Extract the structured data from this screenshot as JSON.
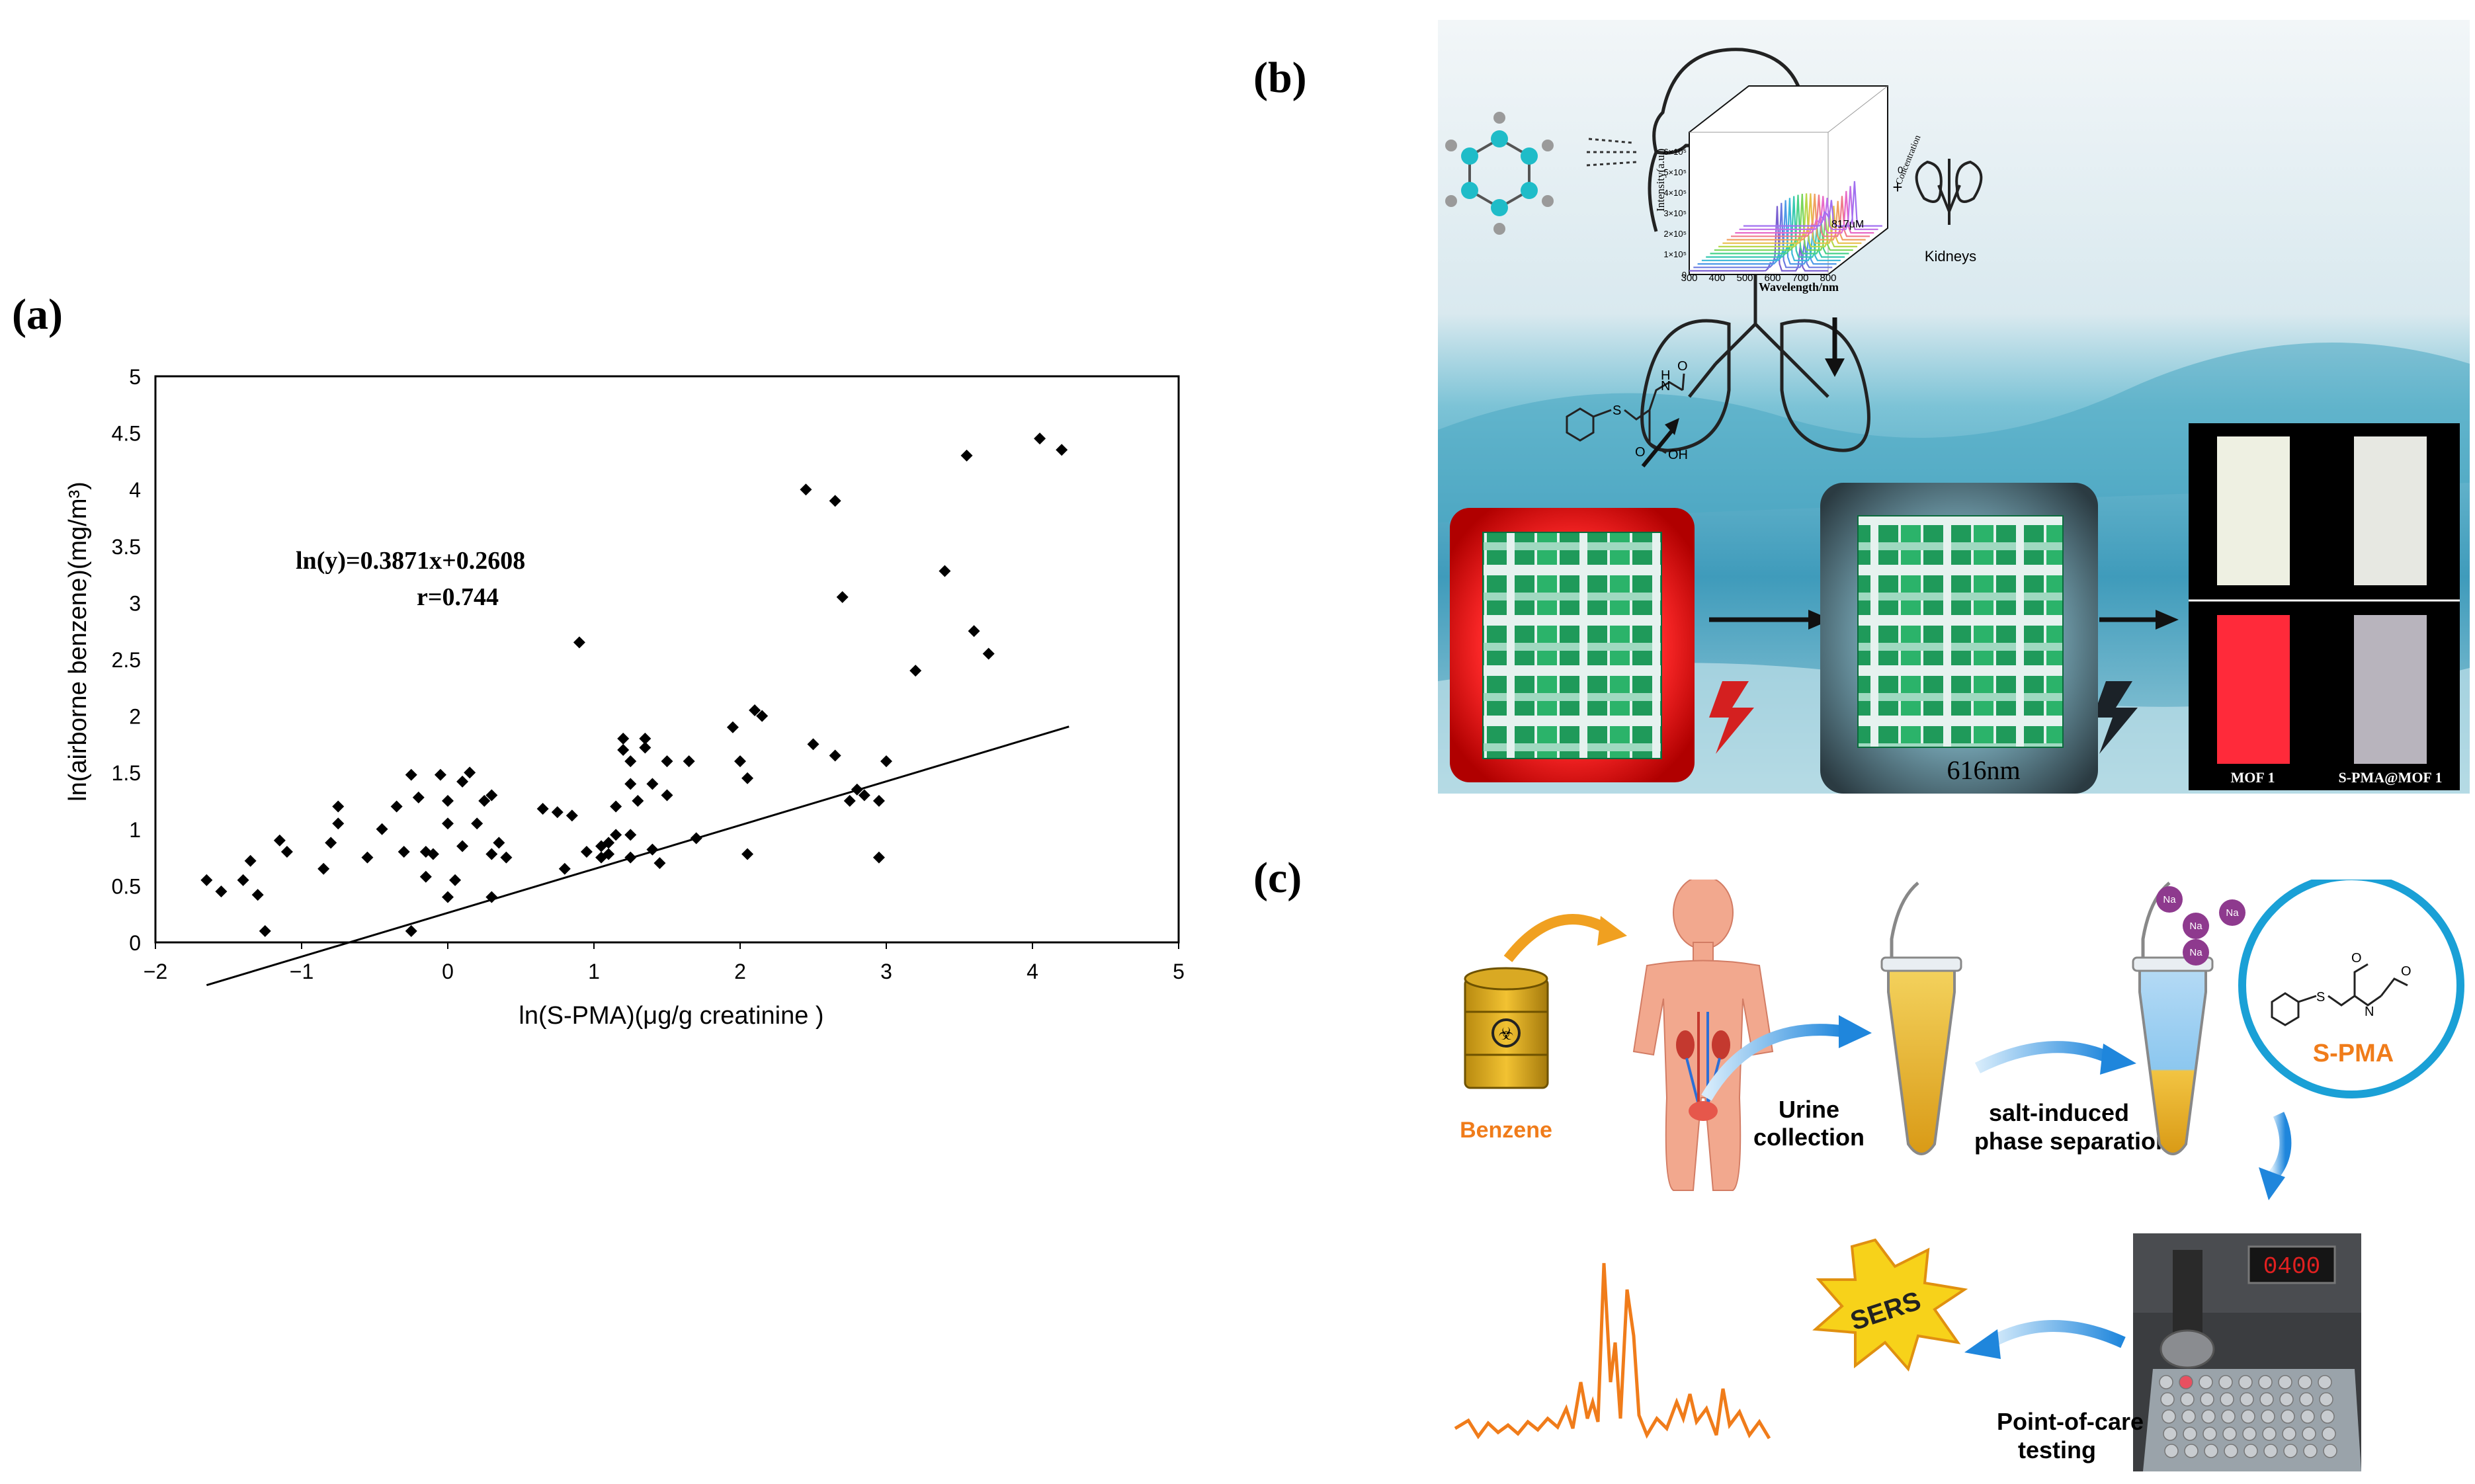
{
  "panel_labels": {
    "a": "(a)",
    "b": "(b)",
    "c": "(c)"
  },
  "colors": {
    "ocean_top": "#dbe9ef",
    "ocean_mid": "#5aaec6",
    "ocean_deep": "#2d7f9f",
    "mof_green": "#1f9a5a",
    "red_glow": "#d40000",
    "orange": "#f07c1a",
    "arrow_blue": "#2d8fe0"
  },
  "chart_data": {
    "type": "scatter",
    "xlabel": "ln(S-PMA)(μg/g creatinine )",
    "ylabel": "ln(airborne benzene)(mg/m³)",
    "xlim": [
      -2,
      5
    ],
    "ylim": [
      0,
      5
    ],
    "xticks": [
      "−2",
      "−1",
      "0",
      "1",
      "2",
      "3",
      "4",
      "5"
    ],
    "yticks": [
      "0",
      "0.5",
      "1",
      "1.5",
      "2",
      "2.5",
      "3",
      "3.5",
      "4",
      "4.5",
      "5"
    ],
    "annotation_equation": "ln(y)=0.3871x+0.2608",
    "annotation_r": "r=0.744",
    "fit": {
      "slope": 0.3871,
      "intercept": 0.2608,
      "x_range": [
        -1.65,
        4.25
      ]
    },
    "points": [
      [
        -1.65,
        0.55
      ],
      [
        -1.55,
        0.45
      ],
      [
        -1.4,
        0.55
      ],
      [
        -1.35,
        0.72
      ],
      [
        -1.3,
        0.42
      ],
      [
        -1.25,
        0.1
      ],
      [
        -1.15,
        0.9
      ],
      [
        -1.1,
        0.8
      ],
      [
        -0.85,
        0.65
      ],
      [
        -0.8,
        0.88
      ],
      [
        -0.75,
        1.05
      ],
      [
        -0.75,
        1.2
      ],
      [
        -0.55,
        0.75
      ],
      [
        -0.45,
        1.0
      ],
      [
        -0.35,
        1.2
      ],
      [
        -0.3,
        0.8
      ],
      [
        -0.25,
        1.48
      ],
      [
        -0.25,
        0.1
      ],
      [
        -0.2,
        1.28
      ],
      [
        -0.15,
        0.8
      ],
      [
        -0.15,
        0.58
      ],
      [
        -0.1,
        0.78
      ],
      [
        -0.05,
        1.48
      ],
      [
        0.0,
        1.25
      ],
      [
        0.0,
        1.05
      ],
      [
        0.0,
        0.4
      ],
      [
        0.05,
        0.55
      ],
      [
        0.1,
        1.42
      ],
      [
        0.1,
        0.85
      ],
      [
        0.15,
        1.5
      ],
      [
        0.2,
        1.05
      ],
      [
        0.25,
        1.25
      ],
      [
        0.3,
        1.3
      ],
      [
        0.3,
        0.78
      ],
      [
        0.3,
        0.4
      ],
      [
        0.35,
        0.88
      ],
      [
        0.4,
        0.75
      ],
      [
        0.65,
        1.18
      ],
      [
        0.75,
        1.15
      ],
      [
        0.8,
        0.65
      ],
      [
        0.85,
        1.12
      ],
      [
        0.9,
        2.65
      ],
      [
        0.95,
        0.8
      ],
      [
        1.05,
        0.85
      ],
      [
        1.05,
        0.75
      ],
      [
        1.1,
        0.88
      ],
      [
        1.1,
        0.78
      ],
      [
        1.15,
        0.95
      ],
      [
        1.15,
        1.2
      ],
      [
        1.2,
        1.7
      ],
      [
        1.2,
        1.8
      ],
      [
        1.25,
        1.6
      ],
      [
        1.25,
        1.4
      ],
      [
        1.25,
        0.95
      ],
      [
        1.25,
        0.75
      ],
      [
        1.3,
        1.25
      ],
      [
        1.35,
        1.8
      ],
      [
        1.35,
        1.72
      ],
      [
        1.4,
        1.4
      ],
      [
        1.4,
        0.82
      ],
      [
        1.45,
        0.7
      ],
      [
        1.5,
        1.6
      ],
      [
        1.5,
        1.3
      ],
      [
        1.65,
        1.6
      ],
      [
        1.7,
        0.92
      ],
      [
        1.95,
        1.9
      ],
      [
        2.0,
        1.6
      ],
      [
        2.05,
        1.45
      ],
      [
        2.05,
        0.78
      ],
      [
        2.1,
        2.05
      ],
      [
        2.15,
        2.0
      ],
      [
        2.45,
        4.0
      ],
      [
        2.5,
        1.75
      ],
      [
        2.65,
        1.65
      ],
      [
        2.65,
        3.9
      ],
      [
        2.7,
        3.05
      ],
      [
        2.75,
        1.25
      ],
      [
        2.8,
        1.35
      ],
      [
        2.85,
        1.3
      ],
      [
        2.95,
        0.75
      ],
      [
        2.95,
        1.25
      ],
      [
        3.0,
        1.6
      ],
      [
        3.2,
        2.4
      ],
      [
        3.4,
        3.28
      ],
      [
        3.55,
        4.3
      ],
      [
        3.6,
        2.75
      ],
      [
        3.7,
        2.55
      ],
      [
        4.05,
        4.45
      ],
      [
        4.2,
        4.35
      ]
    ]
  },
  "panel_b": {
    "label_kidneys": "Kidneys",
    "label_616": "616nm",
    "label_mof1": "MOF 1",
    "label_spma_mof": "S-PMA@MOF 1",
    "spectrum": {
      "ylabel": "Intensity(a.u.)",
      "xlabel": "Wavelength/nm",
      "zlabel": "Concentration",
      "xticks": [
        "300",
        "400",
        "500",
        "600",
        "700",
        "800"
      ],
      "yticks": [
        "0",
        "1×10⁵",
        "2×10⁵",
        "3×10⁵",
        "4×10⁵",
        "5×10⁵",
        "6×10⁵"
      ],
      "z_start": "0",
      "z_end": "817μM"
    }
  },
  "panel_c": {
    "benzene": "Benzene",
    "urine_line1": "Urine",
    "urine_line2": "collection",
    "salt_line1": "salt-induced",
    "salt_line2": "phase separation",
    "spma": "S-PMA",
    "na": "Na",
    "sers": "SERS",
    "poc_line1": "Point-of-care",
    "poc_line2": "testing",
    "device_display": "0400"
  }
}
